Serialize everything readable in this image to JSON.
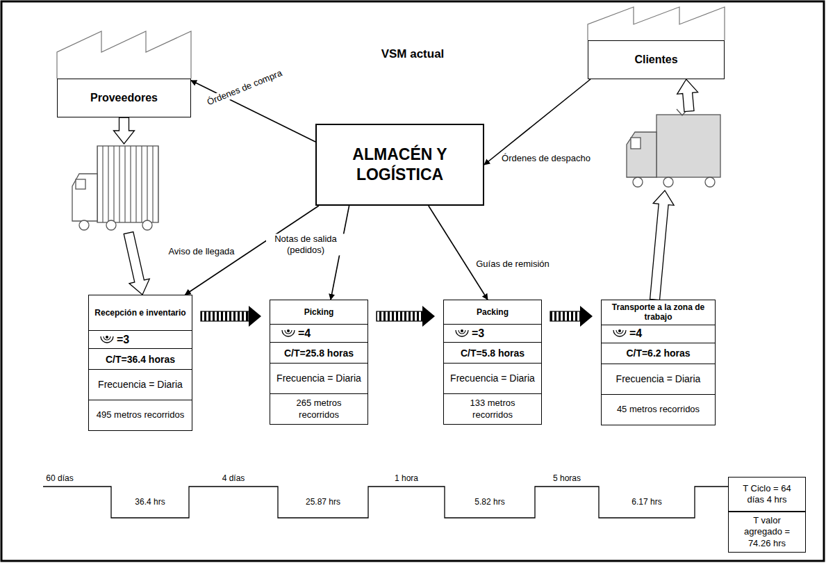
{
  "diagram": {
    "title": "VSM actual",
    "nodes": [
      {
        "text": [
          "Proveedores"
        ]
      },
      {
        "text": [
          "Clientes"
        ]
      },
      {
        "text": [
          "ALMACÉN Y LOGÍSTICA"
        ]
      },
      {
        "text": [
          "Recepción e inventario",
          "=3",
          "C/T=36.4 horas",
          "Frecuencia = Diaria",
          "495 metros recorridos"
        ]
      },
      {
        "text": [
          "Picking",
          "=4",
          "C/T=25.8 horas",
          "Frecuencia = Diaria",
          "265 metros recorridos"
        ]
      },
      {
        "text": [
          "Packing",
          "=3",
          "C/T=5.8 horas",
          "Frecuencia = Diaria",
          "133 metros recorridos"
        ]
      },
      {
        "text": [
          "Transporte a la zona de trabajo",
          "=4",
          "C/T=6.2 horas",
          "Frecuencia = Diaria",
          "45 metros recorridos"
        ]
      },
      {
        "text": [
          "T Ciclo = 64 días 4 hrs"
        ]
      },
      {
        "text": [
          "T valor agregado = 74.26 hrs"
        ]
      }
    ],
    "edges": [
      {
        "from": 2,
        "to": 0,
        "arrow": "to",
        "label": "Órdenes de compra"
      },
      {
        "from": 1,
        "to": 2,
        "arrow": "to",
        "label": "Órdenes de despacho"
      },
      {
        "from": 2,
        "to": 3,
        "arrow": "to",
        "label": "Aviso de llegada"
      },
      {
        "from": 2,
        "to": 4,
        "arrow": "to",
        "label": "Notas de salida (pedidos)"
      },
      {
        "from": 2,
        "to": 5,
        "arrow": "to",
        "label": "Guías de remisión"
      },
      {
        "from": 3,
        "to": 4,
        "arrow": "to"
      },
      {
        "from": 4,
        "to": 5,
        "arrow": "to"
      },
      {
        "from": 5,
        "to": 6,
        "arrow": "to"
      },
      {
        "from": 0,
        "to": 3,
        "arrow": "to"
      },
      {
        "from": 6,
        "to": 1,
        "arrow": "to"
      }
    ],
    "labels": [
      "60 días",
      "36.4 hrs",
      "4 días",
      "25.87 hrs",
      "1 hora",
      "5.82 hrs",
      "5 horas",
      "6.17 hrs"
    ]
  }
}
